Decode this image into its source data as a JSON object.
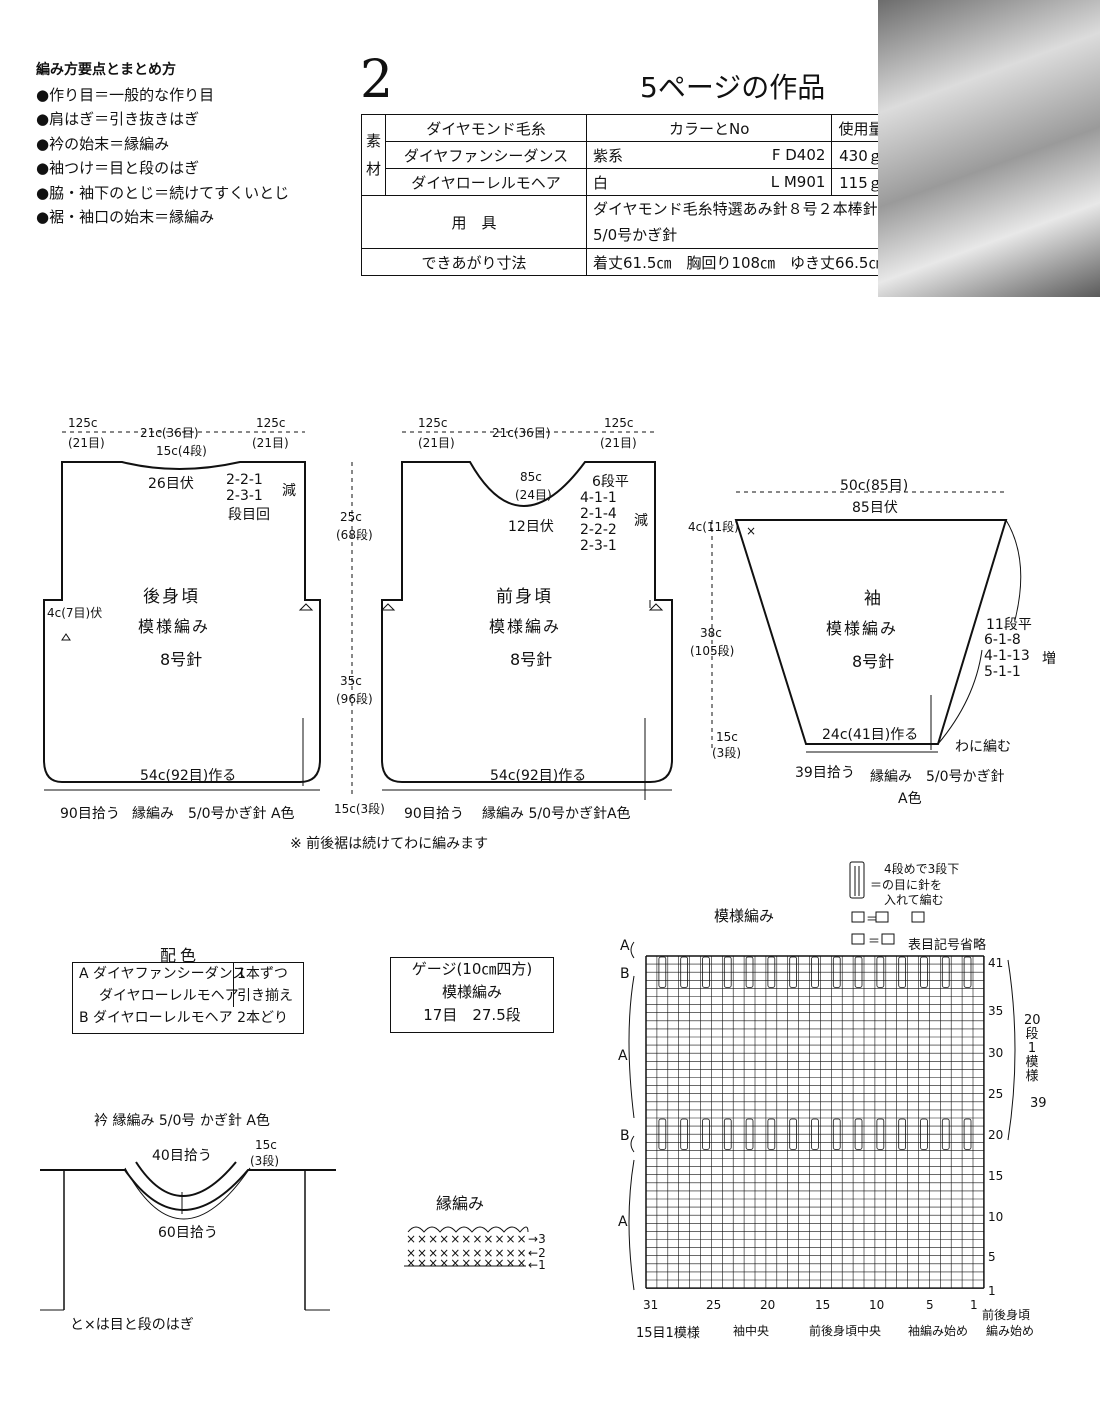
{
  "instructions": {
    "heading": "編み方要点とまとめ方",
    "items": [
      "●作り目＝一般的な作り目",
      "●肩はぎ＝引き抜きはぎ",
      "●衿の始末＝縁編み",
      "●袖つけ＝目と段のはぎ",
      "●脇・袖下のとじ＝続けてすくいとじ",
      "●裾・袖口の始末＝縁編み"
    ]
  },
  "title": {
    "number": "2",
    "text": "5ページの作品"
  },
  "materials": {
    "side_label_1": "素",
    "side_label_2": "材",
    "header": {
      "yarn": "ダイヤモンド毛糸",
      "color": "カラーとNo",
      "amount": "使用量"
    },
    "rows": [
      {
        "yarn": "ダイヤファンシーダンス",
        "color": "紫系",
        "code": "F D402",
        "amount": "430ｇ"
      },
      {
        "yarn": "ダイヤローレルモヘア",
        "color": "白",
        "code": "L M901",
        "amount": "115ｇ"
      }
    ],
    "tools_label": "用　具",
    "tools_line1": "ダイヤモンド毛糸特選あみ針８号２本棒針",
    "tools_line2": "5/0号かぎ針",
    "size_label": "できあがり寸法",
    "size_value": "着丈61.5㎝　胸回り108㎝　ゆき丈66.5㎝"
  },
  "back": {
    "w_left": "125c",
    "w_left_st": "(21目)",
    "w_mid": "21c(36目)",
    "w_right": "125c",
    "w_right_st": "(21目)",
    "neck_depth": "15c(4段)",
    "neck_bind": "26目伏",
    "dec_1": "2-2-1",
    "dec_2": "2-3-1",
    "dec_note": "段目回",
    "dec_label": "減",
    "name": "後身頃",
    "pattern": "模様編み",
    "needle": "8号針",
    "arm_bind": "4c(7目)伏",
    "bottom": "54c(92目)作る",
    "pickup": "90目拾う",
    "edging": "縁編み　5/0号かぎ針 A色"
  },
  "measures": {
    "upper": "25c",
    "upper_rows": "(68段)",
    "lower": "35c",
    "lower_rows": "(96段)",
    "edge": "15c(3段)"
  },
  "front": {
    "w_left": "125c",
    "w_left_st": "(21目)",
    "w_mid": "21c(36目)",
    "w_right": "125c",
    "w_right_st": "(21目)",
    "neck_depth": "85c",
    "neck_rows": "(24目)",
    "neck_bind": "12目伏",
    "dec_flat": "6段平",
    "dec_1": "4-1-1",
    "dec_2": "2-1-4",
    "dec_3": "2-2-2",
    "dec_4": "2-3-1",
    "dec_label": "減",
    "name": "前身頃",
    "pattern": "模様編み",
    "needle": "8号針",
    "bottom": "54c(92目)作る",
    "pickup": "90目拾う",
    "edging": "縁編み 5/0号かぎ針A色"
  },
  "sleeve_measures": {
    "top": "4c(11段)",
    "mid": "38c",
    "mid_rows": "(105段)",
    "edge": "15c",
    "edge_rows": "(3段)"
  },
  "sleeve": {
    "top_w": "50c(85目)",
    "top_bind": "85目伏",
    "mark": "×",
    "name": "袖",
    "pattern": "模様編み",
    "needle": "8号針",
    "inc_flat": "11段平",
    "inc_1": "6-1-8",
    "inc_2": "4-1-13",
    "inc_3": "5-1-1",
    "inc_label": "増",
    "bottom": "24c(41目)作る",
    "round": "わに編む",
    "pickup": "39目拾う",
    "edging": "縁編み　5/0号かぎ針",
    "edging_color": "A色"
  },
  "note": "※ 前後裾は続けてわに編みます",
  "color_box": {
    "title": "配色",
    "line1": "A ダイヤファンシーダンス",
    "line2": "ダイヤローレルモヘア",
    "line1_note": "1本ずつ",
    "line2_note": "引き揃え",
    "line3": "B ダイヤローレルモヘア 2本どり"
  },
  "gauge_box": {
    "line1": "ゲージ(10㎝四方)",
    "line2": "模様編み",
    "line3": "17目　27.5段"
  },
  "collar": {
    "title": "衿 縁編み 5/0号 かぎ針 A色",
    "top_pick": "40目拾う",
    "depth": "15c",
    "depth_rows": "(3段)",
    "bottom_pick": "60目拾う",
    "join_note": "と×は目と段のはぎ"
  },
  "edging_chart": {
    "title": "縁編み",
    "r3": "3",
    "r2": "2",
    "r1": "1"
  },
  "legend": {
    "sym1_desc_1": "4段めで3段下",
    "sym1_desc_2": "＝の目に針を",
    "sym1_desc_3": "入れて編む",
    "sym2": "＝",
    "sym3": "＝",
    "sym3_desc": "表目記号省略"
  },
  "pattern_chart": {
    "title": "模様編み",
    "left_labels": [
      "A",
      "B",
      "A",
      "B",
      "A"
    ],
    "row_numbers": [
      "41",
      "35",
      "30",
      "25",
      "20",
      "15",
      "10",
      "5",
      "1"
    ],
    "col_numbers": [
      "31",
      "25",
      "20",
      "15",
      "10",
      "5",
      "1"
    ],
    "side_20": "20",
    "side_dan": "段",
    "side_1": "1",
    "side_mo": "模",
    "side_yo": "様",
    "repeat": "15目1模様",
    "sleeve_center": "袖中央",
    "body_center": "前後身頃中央",
    "sleeve_start": "袖編み始め",
    "body_start_1": "前後身頃",
    "body_start_2": "編み始め"
  },
  "page_number": "39"
}
